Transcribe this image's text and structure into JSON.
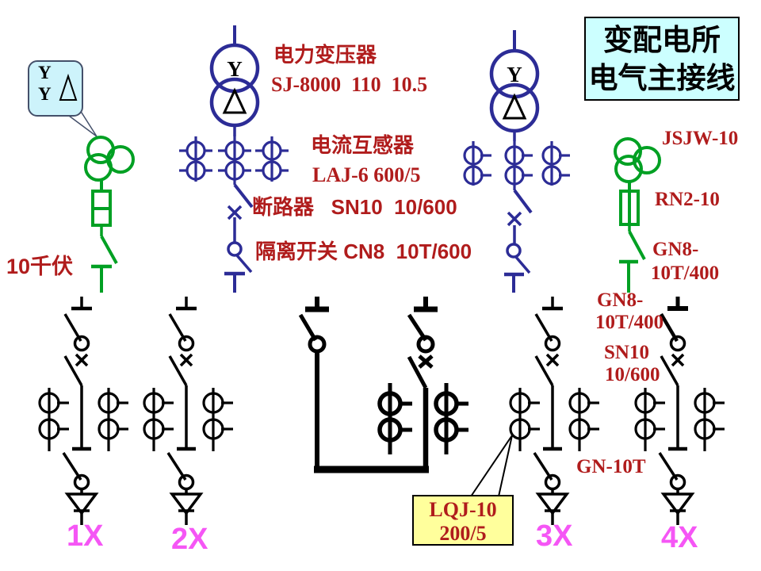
{
  "title": {
    "line1": "变配电所",
    "line2": "电气主接线"
  },
  "bus": {
    "voltage_label": "10千伏"
  },
  "winding_callout": {
    "top": "Y",
    "bottom": "Y"
  },
  "incoming1": {
    "winding_top_label": "Y",
    "name_label": "电力变压器",
    "model_label": "SJ-8000  110  10.5"
  },
  "incoming2": {
    "winding_top_label": "Y"
  },
  "ct": {
    "name_label": "电流互感器",
    "model_label": "LAJ-6 600/5"
  },
  "breaker": {
    "label": "断路器   SN10  10/600"
  },
  "isolator": {
    "label": "隔离开关 CN8  10T/600"
  },
  "vt_right": {
    "model": "JSJW-10",
    "fuse_model": "RN2-10",
    "switch_model_line1": "GN8-",
    "switch_model_line2": "10T/400"
  },
  "feeder_annotations": {
    "switch_line1": "GN8-",
    "switch_line2": "10T/400",
    "breaker_line1": "SN10",
    "breaker_line2": "10/600",
    "outgoing_switch": "GN-10T"
  },
  "ct_callout": {
    "line1": "LQJ-10",
    "line2": "200/5"
  },
  "feeder_labels": [
    "1X",
    "2X",
    "3X",
    "4X"
  ],
  "colors": {
    "diagram_blue": "#2C2C96",
    "diagram_green": "#00A023",
    "label_red": "#B01C1C",
    "feeder_magenta": "#F556F5",
    "title_bg": "#CCFFFF",
    "bubble_bg": "#CDF3FB",
    "note_bg": "#FFFF9C",
    "bus_black": "#000000"
  }
}
